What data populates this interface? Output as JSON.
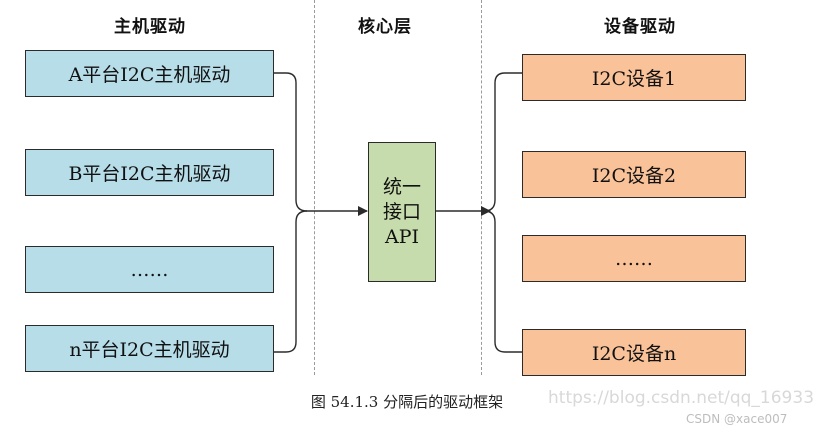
{
  "headers": {
    "host": "主机驱动",
    "core": "核心层",
    "device": "设备驱动"
  },
  "host_drivers": [
    "A平台I2C主机驱动",
    "B平台I2C主机驱动",
    "……",
    "n平台I2C主机驱动"
  ],
  "core_block": [
    "统一",
    "接口",
    "API"
  ],
  "device_drivers": [
    "I2C设备1",
    "I2C设备2",
    "……",
    "I2C设备n"
  ],
  "caption": "图 54.1.3  分隔后的驱动框架",
  "watermarks": [
    "https://blog.csdn.net/qq_16933",
    "CSDN @xace007"
  ],
  "colors": {
    "host_fill": "#b7dde9",
    "core_fill": "#c6dcac",
    "device_fill": "#fac299",
    "line": "#2b2b2b"
  }
}
